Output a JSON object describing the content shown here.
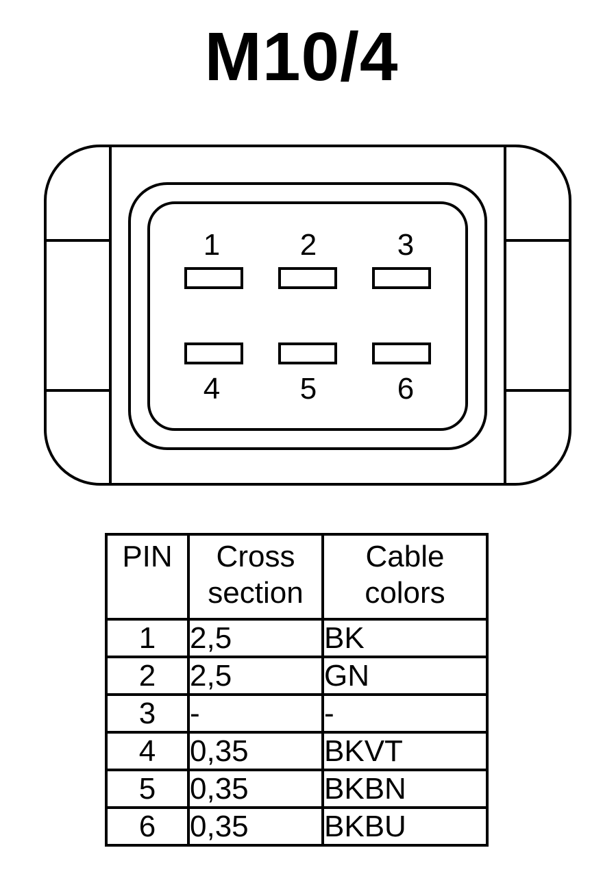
{
  "title": "M10/4",
  "pins": [
    {
      "number": "1"
    },
    {
      "number": "2"
    },
    {
      "number": "3"
    },
    {
      "number": "4"
    },
    {
      "number": "5"
    },
    {
      "number": "6"
    }
  ],
  "table": {
    "headers": {
      "pin": "PIN",
      "cross_section_line1": "Cross",
      "cross_section_line2": "section",
      "cable_colors_line1": "Cable",
      "cable_colors_line2": "colors"
    },
    "rows": [
      {
        "pin": "1",
        "cross_section": "2,5",
        "cable_color": "BK"
      },
      {
        "pin": "2",
        "cross_section": "2,5",
        "cable_color": "GN"
      },
      {
        "pin": "3",
        "cross_section": "-",
        "cable_color": "-"
      },
      {
        "pin": "4",
        "cross_section": "0,35",
        "cable_color": "BKVT"
      },
      {
        "pin": "5",
        "cross_section": "0,35",
        "cable_color": "BKBN"
      },
      {
        "pin": "6",
        "cross_section": "0,35",
        "cable_color": "BKBU"
      }
    ]
  }
}
